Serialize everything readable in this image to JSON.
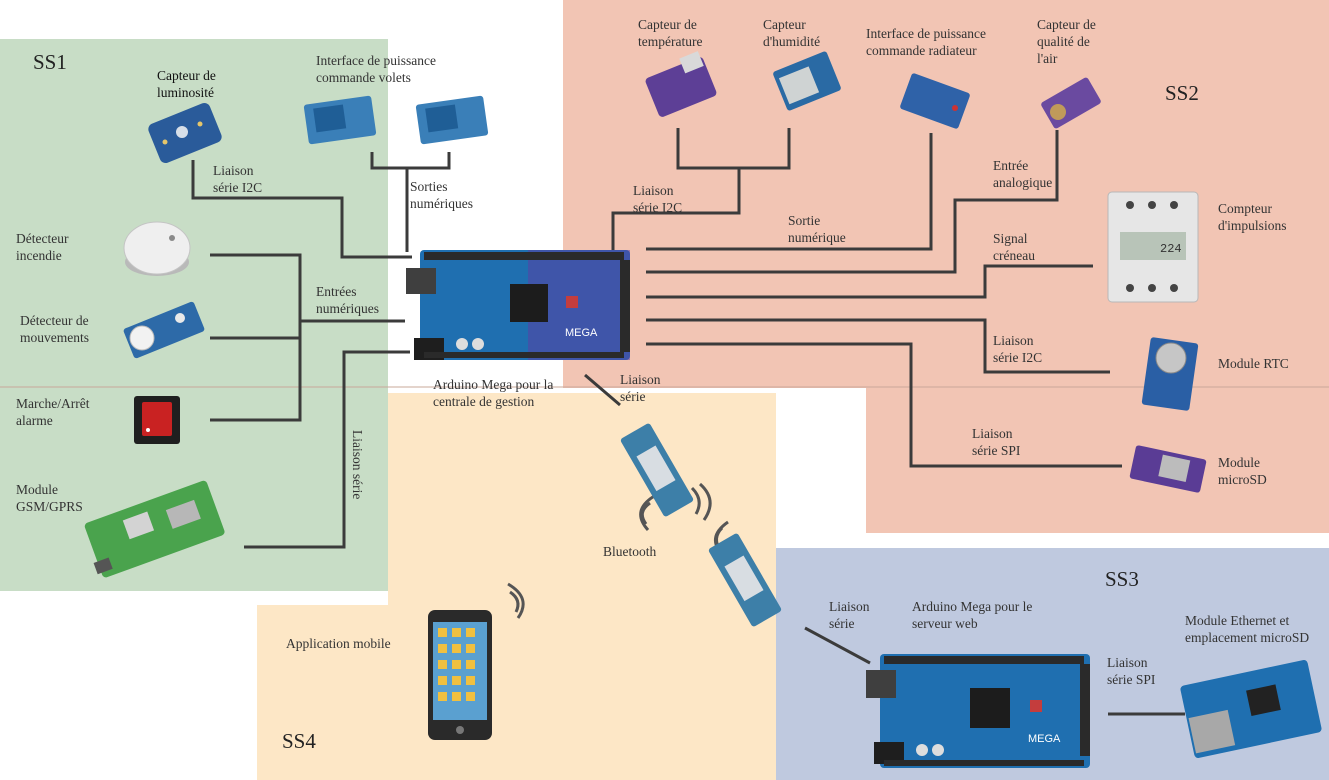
{
  "colors": {
    "ss1": "#c8ddc6",
    "ss2": "#f2c5b4",
    "ss3": "#bfc9df",
    "ss4": "#fde7c6",
    "wire": "#3b3b3b",
    "board": "#1f6fb0"
  },
  "zones": {
    "ss1": "SS1",
    "ss2": "SS2",
    "ss3": "SS3",
    "ss4": "SS4"
  },
  "ss1": {
    "light_sensor": "Capteur de\nluminosité",
    "shutter_interface": "Interface de puissance\ncommande volets",
    "i2c_link": "Liaison\nsérie I2C",
    "digital_outputs": "Sorties\nnumériques",
    "fire_detector": "Détecteur\nincendie",
    "motion_detector": "Détecteur de\nmouvements",
    "digital_inputs": "Entrées\nnumériques",
    "alarm_switch": "Marche/Arrêt\nalarme",
    "gsm_module": "Module\nGSM/GPRS",
    "serial_link_vertical": "Liaison série"
  },
  "central": {
    "label": "Arduino Mega pour la\ncentrale de gestion"
  },
  "ss2": {
    "temp_sensor": "Capteur de\ntempérature",
    "humidity_sensor": "Capteur\nd'humidité",
    "radiator_interface": "Interface de puissance\ncommande radiateur",
    "air_quality_sensor": "Capteur de\nqualité de\nl'air",
    "i2c_link": "Liaison\nsérie I2C",
    "analog_input": "Entrée\nanalogique",
    "digital_output": "Sortie\nnumérique",
    "square_signal": "Signal\ncréneau",
    "pulse_counter": "Compteur\nd'impulsions",
    "rtc_i2c_link": "Liaison\nsérie I2C",
    "rtc_module": "Module RTC",
    "spi_link": "Liaison\nsérie SPI",
    "microsd_module": "Module\nmicroSD"
  },
  "ss4": {
    "serial_link": "Liaison\nsérie",
    "bluetooth": "Bluetooth",
    "mobile_app": "Application mobile"
  },
  "ss3": {
    "serial_link": "Liaison\nsérie",
    "web_server": "Arduino Mega pour le\nserveur web",
    "ethernet_module": "Module Ethernet et\nemplacement microSD",
    "spi_link": "Liaison\nsérie SPI"
  }
}
